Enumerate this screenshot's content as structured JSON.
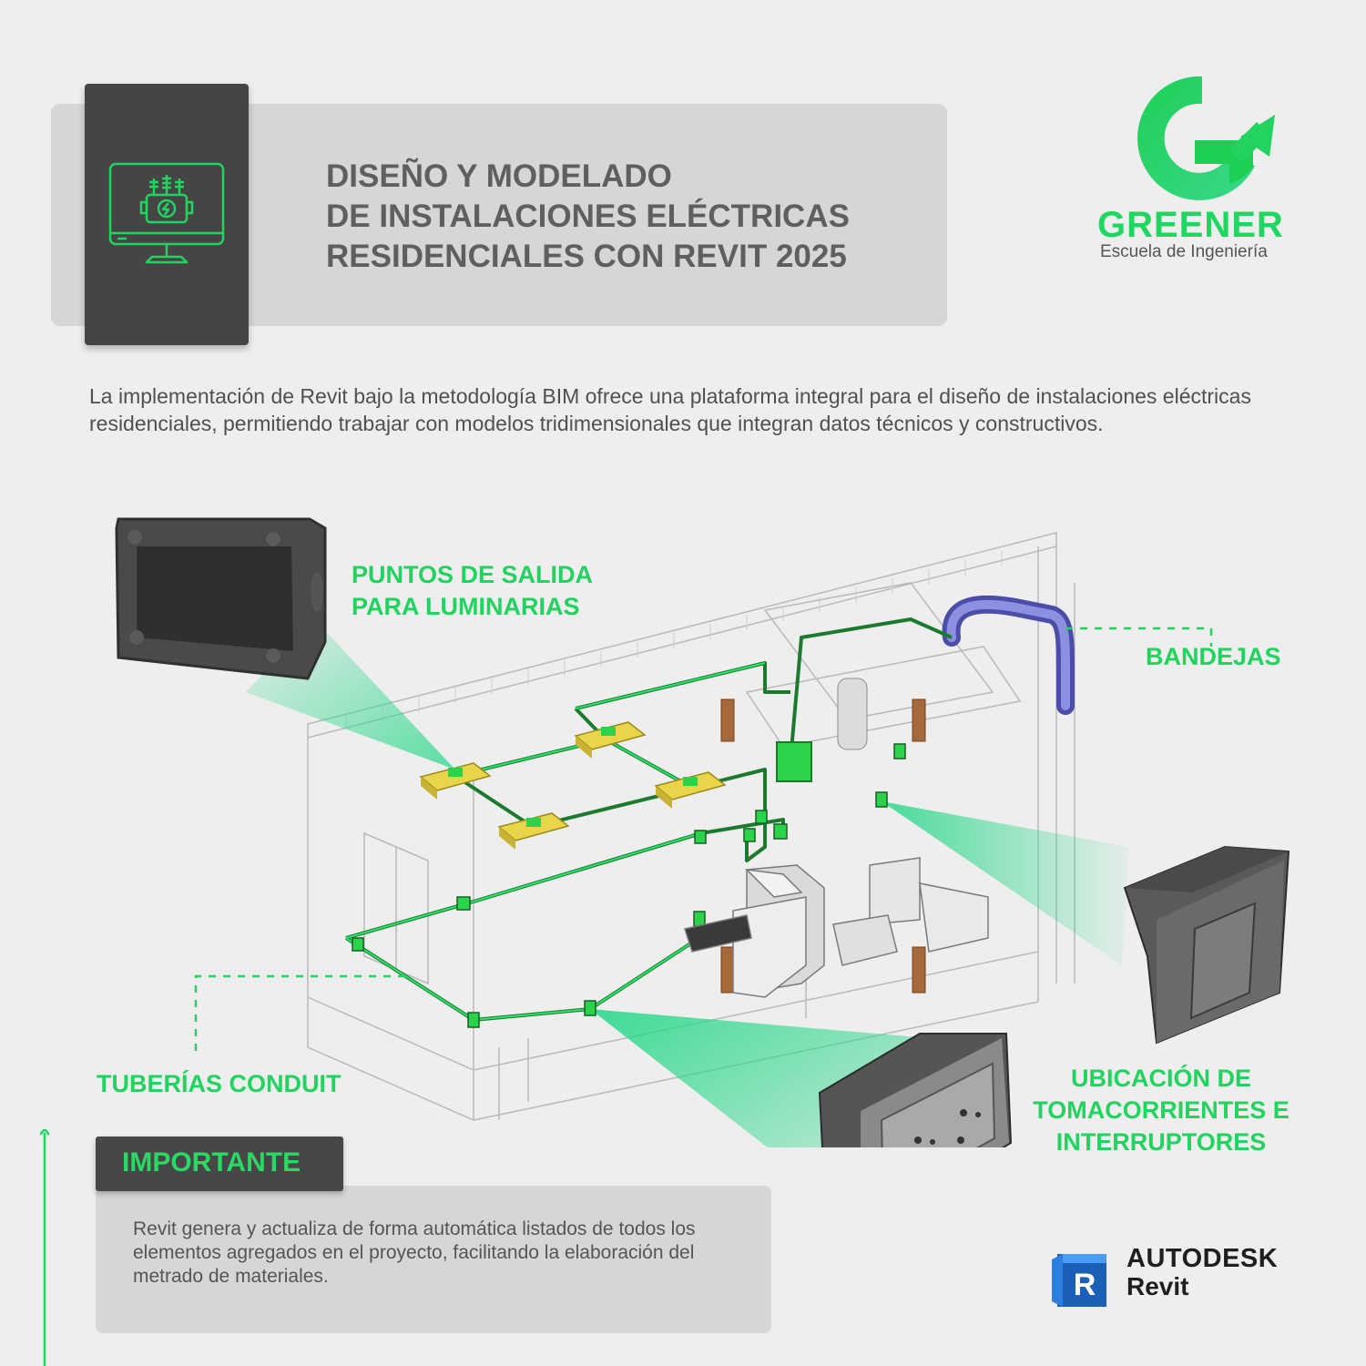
{
  "header": {
    "title_lines": [
      "DISEÑO Y MODELADO",
      "DE INSTALACIONES ELÉCTRICAS",
      "RESIDENCIALES CON REVIT 2025"
    ],
    "icon": "monitor-electrical-panel-icon"
  },
  "brand": {
    "name": "GREENER",
    "subtitle": "Escuela de Ingeniería",
    "logo": "greener-g-arrow-logo",
    "color": "#22d35f"
  },
  "intro": {
    "text": "La implementación de Revit bajo la metodología BIM ofrece una plataforma integral para el diseño de instalaciones eléctricas residenciales, permitiendo trabajar con modelos tridimensionales que integran datos técnicos y constructivos."
  },
  "diagram": {
    "labels": {
      "puntos_line1": "PUNTOS DE SALIDA",
      "puntos_line2": "PARA LUMINARIAS",
      "bandejas": "BANDEJAS",
      "tuberias": "TUBERÍAS CONDUIT",
      "ubicacion_line1": "UBICACIÓN DE",
      "ubicacion_line2": "TOMACORRIENTES E",
      "ubicacion_line3": "INTERRUPTORES"
    },
    "accent": "#22d35f"
  },
  "important": {
    "label": "IMPORTANTE",
    "text": "Revit genera y actualiza de forma automática listados de todos los elementos agregados en el proyecto, facilitando la elaboración del metrado de materiales."
  },
  "autodesk": {
    "name": "AUTODESK",
    "product": "Revit",
    "logo_letter": "R",
    "logo": "revit-r-logo"
  }
}
